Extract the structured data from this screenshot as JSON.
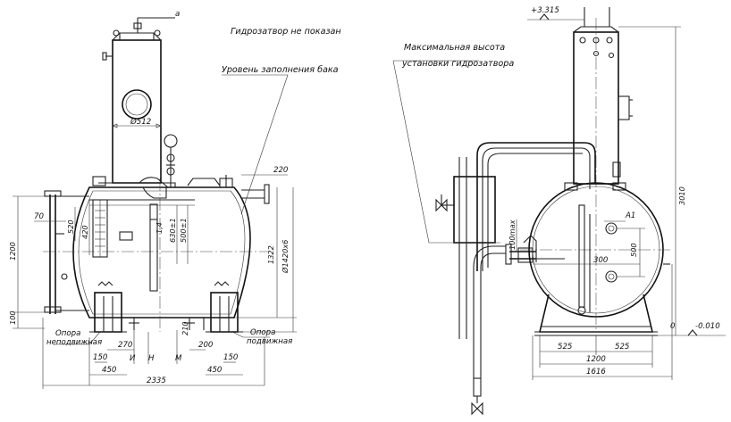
{
  "notes": {
    "seal_not_shown": "Гидрозатвор не показан",
    "fill_level": "Уровень заполнения бака",
    "max_height_line1": "Максимальная высота",
    "max_height_line2": "установки гидрозатвора",
    "fixed_support_line1": "Опора",
    "fixed_support_line2": "неподвижная",
    "movable_support_line1": "Опора",
    "movable_support_line2": "подвижная"
  },
  "labels": {
    "a": "а",
    "and": "И",
    "n": "Н",
    "m": "М",
    "a1": "А1",
    "zero": "0"
  },
  "elevations": {
    "top": "+3.315",
    "bottom": "-0.010"
  },
  "dims_left": {
    "d512": "Ø512",
    "d220": "220",
    "d70": "70",
    "d520": "520",
    "d420": "420",
    "d1200": "1200",
    "d100": "100",
    "d630": "630±1",
    "d500": "500±1",
    "d1420": "Ø1420x6",
    "d1322": "1322",
    "d270": "270",
    "d210": "210",
    "d200": "200",
    "d150a": "150",
    "d150b": "150",
    "d450a": "450",
    "d450b": "450",
    "d2335": "2335"
  },
  "dims_right": {
    "d3010": "3010",
    "d100max": "100max",
    "d300": "300",
    "d500": "500",
    "d525a": "525",
    "d525b": "525",
    "d1200": "1200",
    "d1616": "1616"
  }
}
